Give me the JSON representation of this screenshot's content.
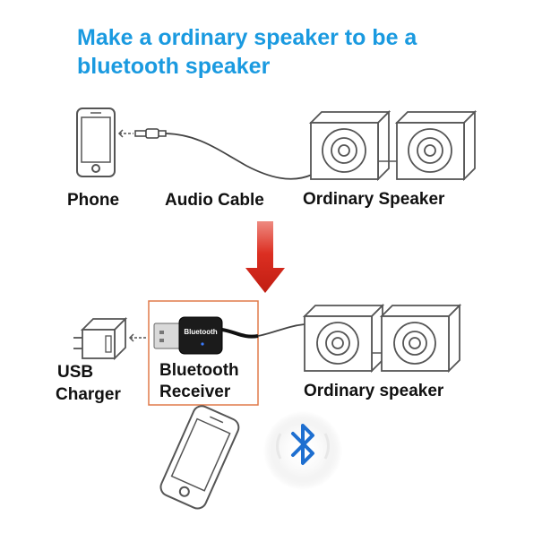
{
  "title": "Make a ordinary speaker to be a bluetooth speaker",
  "top_section": {
    "phone_label": "Phone",
    "cable_label": "Audio Cable",
    "speaker_label": "Ordinary Speaker"
  },
  "bottom_section": {
    "charger_label_line1": "USB",
    "charger_label_line2": "Charger",
    "receiver_label_line1": "Bluetooth",
    "receiver_label_line2": "Receiver",
    "receiver_device_text": "Bluetooth",
    "speaker_label": "Ordinary speaker"
  },
  "colors": {
    "title": "#1a9ae0",
    "arrow": "#d82a1f",
    "highlight_box": "#e07a4a",
    "bluetooth_symbol": "#1e6fd0"
  },
  "icons": [
    "phone-icon",
    "audio-plug-icon",
    "speaker-icon",
    "usb-charger-icon",
    "bluetooth-receiver-icon",
    "bluetooth-icon"
  ]
}
